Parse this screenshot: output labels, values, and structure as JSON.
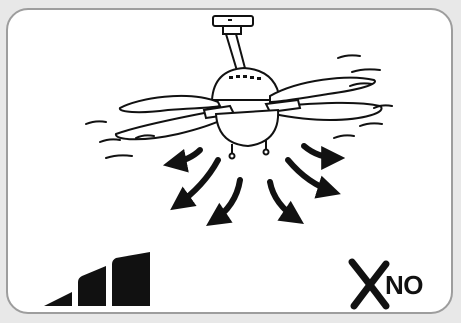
{
  "frame": {
    "border_color": "#9d9d9d",
    "background": "#ffffff"
  },
  "illustration": {
    "icon": "ceiling-fan-airflow-icon",
    "line_color": "#111111"
  },
  "speed_indicator": {
    "icon": "speed-bars-icon",
    "level": 3,
    "max_level": 3,
    "color": "#111111"
  },
  "no_mark": {
    "icon": "x-mark-icon",
    "label": "NO",
    "color": "#111111"
  }
}
